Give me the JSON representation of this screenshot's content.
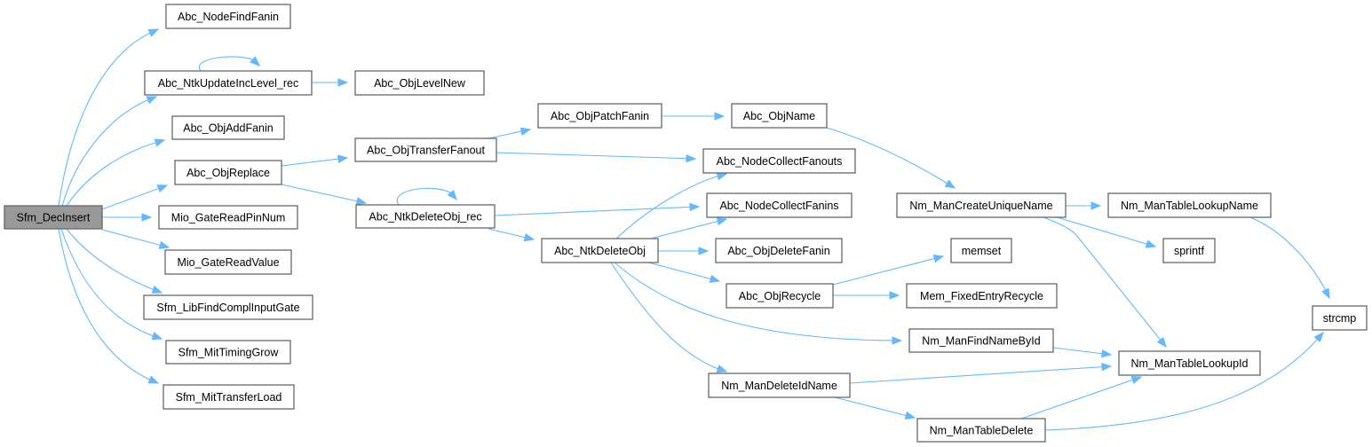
{
  "diagram": {
    "type": "call-graph",
    "root": "Sfm_DecInsert",
    "colors": {
      "edge": "#63b8ff",
      "node_border": "#666666",
      "root_fill": "#999999",
      "node_fill": "#ffffff"
    },
    "nodes": [
      {
        "id": "Sfm_DecInsert",
        "label": "Sfm_DecInsert",
        "root": true
      },
      {
        "id": "Abc_NodeFindFanin",
        "label": "Abc_NodeFindFanin"
      },
      {
        "id": "Abc_NtkUpdateIncLevel_rec",
        "label": "Abc_NtkUpdateIncLevel_rec"
      },
      {
        "id": "Abc_ObjLevelNew",
        "label": "Abc_ObjLevelNew"
      },
      {
        "id": "Abc_ObjAddFanin",
        "label": "Abc_ObjAddFanin"
      },
      {
        "id": "Abc_ObjReplace",
        "label": "Abc_ObjReplace"
      },
      {
        "id": "Mio_GateReadPinNum",
        "label": "Mio_GateReadPinNum"
      },
      {
        "id": "Mio_GateReadValue",
        "label": "Mio_GateReadValue"
      },
      {
        "id": "Sfm_LibFindComplInputGate",
        "label": "Sfm_LibFindComplInputGate"
      },
      {
        "id": "Sfm_MitTimingGrow",
        "label": "Sfm_MitTimingGrow"
      },
      {
        "id": "Sfm_MitTransferLoad",
        "label": "Sfm_MitTransferLoad"
      },
      {
        "id": "Abc_ObjPatchFanin",
        "label": "Abc_ObjPatchFanin"
      },
      {
        "id": "Abc_ObjTransferFanout",
        "label": "Abc_ObjTransferFanout"
      },
      {
        "id": "Abc_NtkDeleteObj_rec",
        "label": "Abc_NtkDeleteObj_rec"
      },
      {
        "id": "Abc_NtkDeleteObj",
        "label": "Abc_NtkDeleteObj"
      },
      {
        "id": "Abc_ObjName",
        "label": "Abc_ObjName"
      },
      {
        "id": "Abc_NodeCollectFanouts",
        "label": "Abc_NodeCollectFanouts"
      },
      {
        "id": "Abc_NodeCollectFanins",
        "label": "Abc_NodeCollectFanins"
      },
      {
        "id": "Abc_ObjDeleteFanin",
        "label": "Abc_ObjDeleteFanin"
      },
      {
        "id": "Abc_ObjRecycle",
        "label": "Abc_ObjRecycle"
      },
      {
        "id": "Nm_ManCreateUniqueName",
        "label": "Nm_ManCreateUniqueName"
      },
      {
        "id": "memset",
        "label": "memset"
      },
      {
        "id": "Mem_FixedEntryRecycle",
        "label": "Mem_FixedEntryRecycle"
      },
      {
        "id": "Nm_ManFindNameById",
        "label": "Nm_ManFindNameById"
      },
      {
        "id": "Nm_ManDeleteIdName",
        "label": "Nm_ManDeleteIdName"
      },
      {
        "id": "Nm_ManTableDelete",
        "label": "Nm_ManTableDelete"
      },
      {
        "id": "Nm_ManTableLookupName",
        "label": "Nm_ManTableLookupName"
      },
      {
        "id": "sprintf",
        "label": "sprintf"
      },
      {
        "id": "strcmp",
        "label": "strcmp"
      },
      {
        "id": "Nm_ManTableLookupId",
        "label": "Nm_ManTableLookupId"
      }
    ],
    "edges": [
      {
        "from": "Sfm_DecInsert",
        "to": "Abc_NodeFindFanin"
      },
      {
        "from": "Sfm_DecInsert",
        "to": "Abc_NtkUpdateIncLevel_rec"
      },
      {
        "from": "Sfm_DecInsert",
        "to": "Abc_ObjAddFanin"
      },
      {
        "from": "Sfm_DecInsert",
        "to": "Abc_ObjReplace"
      },
      {
        "from": "Sfm_DecInsert",
        "to": "Mio_GateReadPinNum"
      },
      {
        "from": "Sfm_DecInsert",
        "to": "Mio_GateReadValue"
      },
      {
        "from": "Sfm_DecInsert",
        "to": "Sfm_LibFindComplInputGate"
      },
      {
        "from": "Sfm_DecInsert",
        "to": "Sfm_MitTimingGrow"
      },
      {
        "from": "Sfm_DecInsert",
        "to": "Sfm_MitTransferLoad"
      },
      {
        "from": "Abc_NtkUpdateIncLevel_rec",
        "to": "Abc_NtkUpdateIncLevel_rec"
      },
      {
        "from": "Abc_NtkUpdateIncLevel_rec",
        "to": "Abc_ObjLevelNew"
      },
      {
        "from": "Abc_ObjReplace",
        "to": "Abc_ObjTransferFanout"
      },
      {
        "from": "Abc_ObjReplace",
        "to": "Abc_NtkDeleteObj_rec"
      },
      {
        "from": "Abc_ObjTransferFanout",
        "to": "Abc_ObjPatchFanin"
      },
      {
        "from": "Abc_ObjTransferFanout",
        "to": "Abc_NodeCollectFanouts"
      },
      {
        "from": "Abc_ObjPatchFanin",
        "to": "Abc_ObjName"
      },
      {
        "from": "Abc_NtkDeleteObj_rec",
        "to": "Abc_NtkDeleteObj_rec"
      },
      {
        "from": "Abc_NtkDeleteObj_rec",
        "to": "Abc_NodeCollectFanins"
      },
      {
        "from": "Abc_NtkDeleteObj_rec",
        "to": "Abc_NtkDeleteObj"
      },
      {
        "from": "Abc_NtkDeleteObj",
        "to": "Abc_NodeCollectFanouts"
      },
      {
        "from": "Abc_NtkDeleteObj",
        "to": "Abc_NodeCollectFanins"
      },
      {
        "from": "Abc_NtkDeleteObj",
        "to": "Abc_ObjDeleteFanin"
      },
      {
        "from": "Abc_NtkDeleteObj",
        "to": "Abc_ObjRecycle"
      },
      {
        "from": "Abc_NtkDeleteObj",
        "to": "Nm_ManFindNameById"
      },
      {
        "from": "Abc_NtkDeleteObj",
        "to": "Nm_ManDeleteIdName"
      },
      {
        "from": "Abc_ObjName",
        "to": "Nm_ManCreateUniqueName"
      },
      {
        "from": "Abc_ObjRecycle",
        "to": "memset"
      },
      {
        "from": "Abc_ObjRecycle",
        "to": "Mem_FixedEntryRecycle"
      },
      {
        "from": "Nm_ManCreateUniqueName",
        "to": "Nm_ManTableLookupName"
      },
      {
        "from": "Nm_ManCreateUniqueName",
        "to": "sprintf"
      },
      {
        "from": "Nm_ManCreateUniqueName",
        "to": "Nm_ManTableLookupId"
      },
      {
        "from": "Nm_ManFindNameById",
        "to": "Nm_ManTableLookupId"
      },
      {
        "from": "Nm_ManDeleteIdName",
        "to": "Nm_ManTableLookupId"
      },
      {
        "from": "Nm_ManDeleteIdName",
        "to": "Nm_ManTableDelete"
      },
      {
        "from": "Nm_ManTableDelete",
        "to": "Nm_ManTableLookupId"
      },
      {
        "from": "Nm_ManTableDelete",
        "to": "strcmp"
      },
      {
        "from": "Nm_ManTableLookupName",
        "to": "strcmp"
      }
    ]
  }
}
